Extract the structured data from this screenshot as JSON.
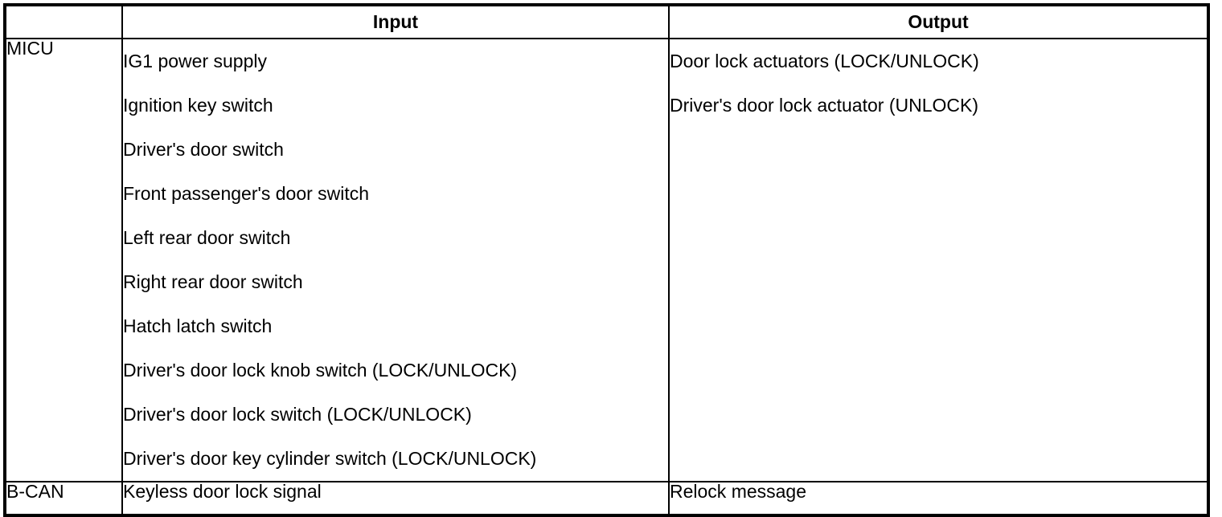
{
  "table": {
    "headers": {
      "module_column": "",
      "input": "Input",
      "output": "Output"
    },
    "rows": [
      {
        "module": "MICU",
        "inputs": [
          "IG1 power supply",
          "Ignition key switch",
          "Driver's door switch",
          "Front passenger's door switch",
          "Left rear door switch",
          "Right rear door switch",
          "Hatch latch switch",
          "Driver's door lock knob switch (LOCK/UNLOCK)",
          "Driver's door lock switch (LOCK/UNLOCK)",
          "Driver's door key cylinder switch (LOCK/UNLOCK)"
        ],
        "outputs": [
          "Door lock actuators (LOCK/UNLOCK)",
          "Driver's door lock actuator (UNLOCK)"
        ]
      },
      {
        "module": "B-CAN",
        "inputs": [
          "Keyless door lock signal"
        ],
        "outputs": [
          "Relock message"
        ]
      }
    ]
  },
  "colors": {
    "border": "#000000",
    "text": "#000000",
    "background": "#ffffff"
  }
}
